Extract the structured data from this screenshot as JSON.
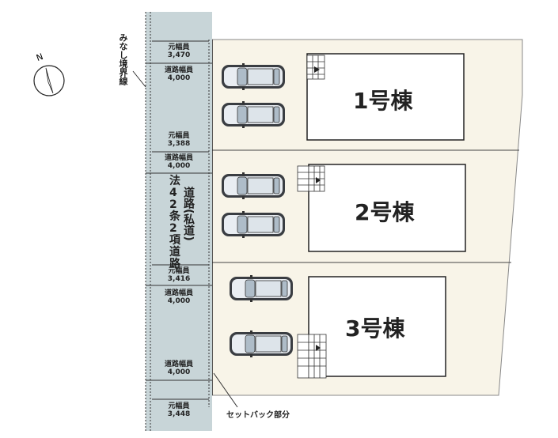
{
  "compass": {
    "label": "N"
  },
  "boundary_label": "みなし境界線",
  "road_label_left": "法42条2項道路",
  "road_label_right": "道路(私道)",
  "widths": [
    {
      "label": "元幅員",
      "value": "3,470"
    },
    {
      "label": "道路幅員",
      "value": "4,000"
    },
    {
      "label": "元幅員",
      "value": "3,388"
    },
    {
      "label": "道路幅員",
      "value": "4,000"
    },
    {
      "label": "元幅員",
      "value": "3,416"
    },
    {
      "label": "道路幅員",
      "value": "4,000"
    },
    {
      "label": "道路幅員",
      "value": "4,000"
    },
    {
      "label": "元幅員",
      "value": "3,448"
    }
  ],
  "buildings": [
    "1号棟",
    "2号棟",
    "3号棟"
  ],
  "setback_label": "セットバック部分",
  "colors": {
    "road": "#c8d5d8",
    "lot": "#f8f4e8"
  }
}
